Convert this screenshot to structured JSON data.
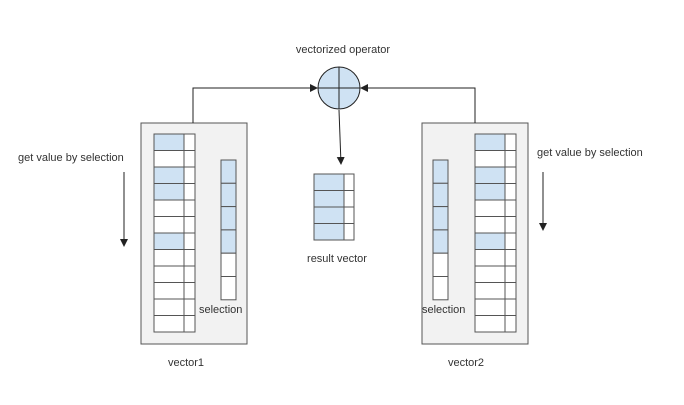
{
  "labels": {
    "operator": "vectorized operator",
    "left_caption": "get value by selection",
    "right_caption": "get value by selection",
    "result": "result vector",
    "vector1": "vector1",
    "vector2": "vector2",
    "selection_left": "selection",
    "selection_right": "selection"
  },
  "colors": {
    "panel_fill": "#f2f2f2",
    "panel_stroke": "#555555",
    "cell_fill": "#ffffff",
    "cell_selected": "#cfe2f3",
    "line": "#222222"
  },
  "vector1": {
    "selected": [
      true,
      false,
      true,
      true,
      false,
      false,
      true,
      false,
      false,
      false,
      false,
      false
    ]
  },
  "vector2": {
    "selected": [
      true,
      false,
      true,
      true,
      false,
      false,
      true,
      false,
      false,
      false,
      false,
      false
    ]
  },
  "selection_left": {
    "selected": [
      true,
      true,
      true,
      true,
      false,
      false
    ]
  },
  "selection_right": {
    "selected": [
      true,
      true,
      true,
      true,
      false,
      false
    ]
  },
  "result_vector": {
    "selected": [
      true,
      true,
      true,
      true
    ]
  }
}
